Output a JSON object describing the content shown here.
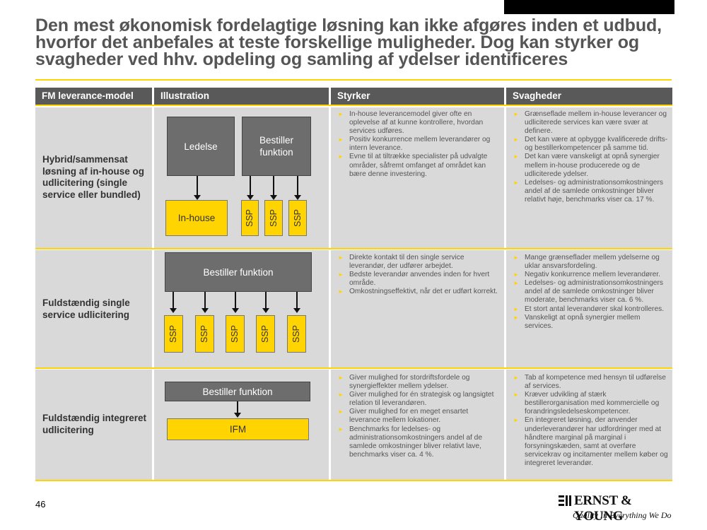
{
  "title": "Den mest økonomisk fordelagtige løsning kan ikke afgøres inden et udbud, hvorfor det anbefales at teste forskellige muligheder. Dog kan styrker og svagheder ved hhv. opdeling og samling af ydelser identificeres",
  "headers": {
    "model": "FM leverance-model",
    "illustration": "Illustration",
    "strengths": "Styrker",
    "weaknesses": "Svagheder"
  },
  "rows": [
    {
      "model": "Hybrid/sammensat løsning af in-house og udlicitering (single service eller bundled)",
      "illustration": {
        "management": "Ledelse",
        "buyer": "Bestiller funktion",
        "inhouse": "In-house",
        "ssp": [
          "SSP",
          "SSP",
          "SSP"
        ]
      },
      "strengths": [
        "In-house leverancemodel giver ofte en oplevelse af at kunne kontrollere, hvordan services udføres.",
        "Positiv konkurrence mellem leverandører og intern leverance.",
        "Evne til at tiltrække specialister på udvalgte områder, såfremt omfanget af området kan bære denne investering."
      ],
      "weaknesses": [
        "Grænseflade mellem in-house leverancer og udliciterede services kan være svær at definere.",
        "Det kan være at opbygge kvalificerede drifts- og bestillerkompetencer på samme tid.",
        "Det kan være vanskeligt at opnå synergier mellem in-house producerede og de udliciterede ydelser.",
        "Ledelses- og administrationsomkostningers andel af de samlede omkostninger bliver relativt høje, benchmarks viser ca. 17 %."
      ]
    },
    {
      "model": "Fuldstændig single service udlicitering",
      "illustration": {
        "buyer": "Bestiller funktion",
        "ssp": [
          "SSP",
          "SSP",
          "SSP",
          "SSP",
          "SSP"
        ]
      },
      "strengths": [
        "Direkte kontakt til den single service leverandør, der udfører arbejdet.",
        "Bedste leverandør anvendes inden for hvert område.",
        "Omkostningseffektivt, når det er udført korrekt."
      ],
      "weaknesses": [
        "Mange grænseflader mellem ydelserne og uklar ansvarsfordeling.",
        "Negativ konkurrence mellem leverandører.",
        "Ledelses- og administrationsomkostningers andel af de samlede omkostninger bliver moderate, benchmarks viser ca. 6 %.",
        "Et stort antal leverandører skal kontrolleres.",
        "Vanskeligt at opnå synergier mellem services."
      ]
    },
    {
      "model": "Fuldstændig integreret udlicitering",
      "illustration": {
        "buyer": "Bestiller funktion",
        "ifm": "IFM"
      },
      "strengths": [
        "Giver mulighed for stordriftsfordele og synergieffekter mellem ydelser.",
        "Giver mulighed for én strategisk og langsigtet relation til leverandøren.",
        "Giver mulighed for en meget ensartet leverance mellem lokationer.",
        "Benchmarks for ledelses- og administrationsomkostningers andel af de samlede omkostninger bliver relativt lave, benchmarks viser ca. 4 %."
      ],
      "weaknesses": [
        "Tab af kompetence med hensyn til udførelse af services.",
        "Kræver udvikling af stærk bestillerorganisation med kommercielle og forandringsledelseskompetencer.",
        "En integreret løsning, der anvender underleverandører har udfordringer med at håndtere marginal på marginal i forsyningskæden, samt at overføre servicekrav og incitamenter mellem køber og integreret leverandør."
      ]
    }
  ],
  "footer": {
    "page_number": "46",
    "logo_name": "ERNST & YOUNG",
    "logo_tagline": "Quality In Everything We Do"
  },
  "colors": {
    "accent": "#ffd400",
    "header_bg": "#595959",
    "cell_bg": "#d9d9d9",
    "dark_box": "#6d6d6d"
  }
}
